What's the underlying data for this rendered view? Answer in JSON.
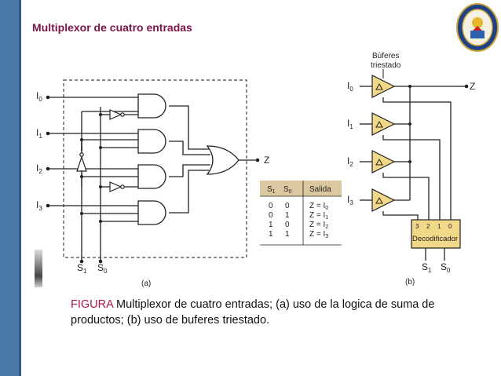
{
  "slide": {
    "title": "Multiplexor de cuatro entradas",
    "caption_label": "FIGURA",
    "caption_text": " Multiplexor de cuatro entradas; (a) uso de la logica de suma de productos; (b) uso de buferes triestado."
  },
  "diagram_a": {
    "inputs": [
      "I",
      "I",
      "I",
      "I"
    ],
    "input_subs": [
      "0",
      "1",
      "2",
      "3"
    ],
    "selects": [
      "S",
      "S"
    ],
    "select_subs": [
      "1",
      "0"
    ],
    "output": "Z",
    "label": "(a)"
  },
  "truth_table": {
    "headers": [
      "S",
      "S",
      "Salida"
    ],
    "header_subs": [
      "1",
      "0",
      ""
    ],
    "rows": [
      {
        "s1": "0",
        "s0": "0",
        "out": "Z = I",
        "sub": "0"
      },
      {
        "s1": "0",
        "s0": "1",
        "out": "Z = I",
        "sub": "1"
      },
      {
        "s1": "1",
        "s0": "0",
        "out": "Z = I",
        "sub": "2"
      },
      {
        "s1": "1",
        "s0": "1",
        "out": "Z = I",
        "sub": "3"
      }
    ]
  },
  "diagram_b": {
    "buffer_label_1": "Búferes",
    "buffer_label_2": "triestado",
    "inputs": [
      "I",
      "I",
      "I",
      "I"
    ],
    "input_subs": [
      "0",
      "1",
      "2",
      "3"
    ],
    "output": "Z",
    "decoder": "Decodificador",
    "decoder_pins": [
      "3",
      "2",
      "1",
      "0"
    ],
    "selects": [
      "S",
      "S"
    ],
    "select_subs": [
      "1",
      "0"
    ],
    "label": "(b)"
  },
  "colors": {
    "accent_bar": "#4a78a8",
    "title": "#7b1548",
    "caption_label": "#b0174a",
    "table_header": "#dcc8a0",
    "buffer_fill": "#f2d98a",
    "decoder_fill": "#f2d98a"
  }
}
